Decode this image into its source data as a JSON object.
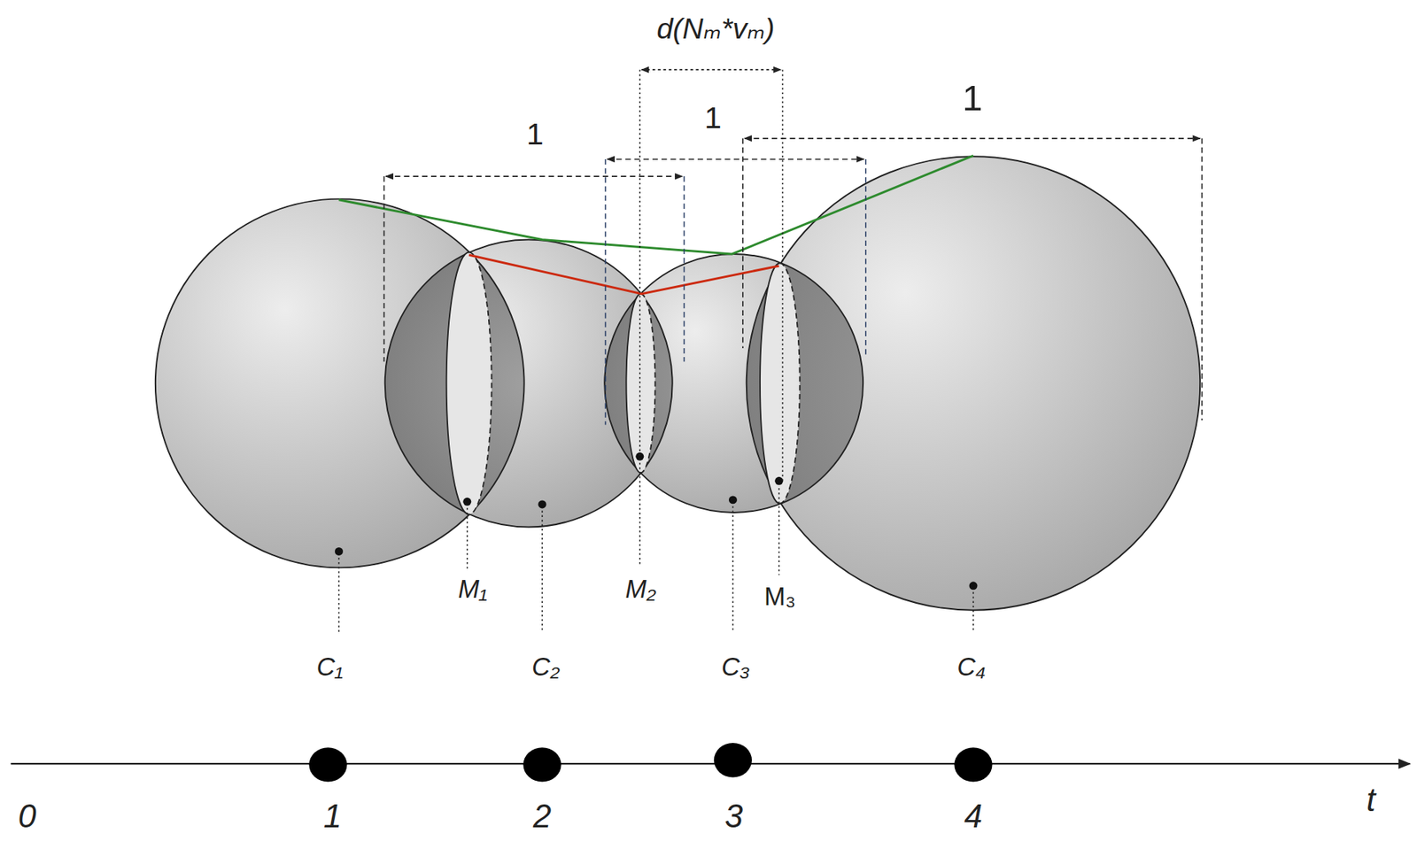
{
  "diagram": {
    "labels": [
      "d(Nₘ*vₘ)",
      "1",
      "1",
      "1",
      "M₁",
      "M₂",
      "M₃",
      "C₁",
      "C₂",
      "C₃",
      "C₄",
      "0",
      "1",
      "2",
      "3",
      "4",
      "t"
    ]
  }
}
